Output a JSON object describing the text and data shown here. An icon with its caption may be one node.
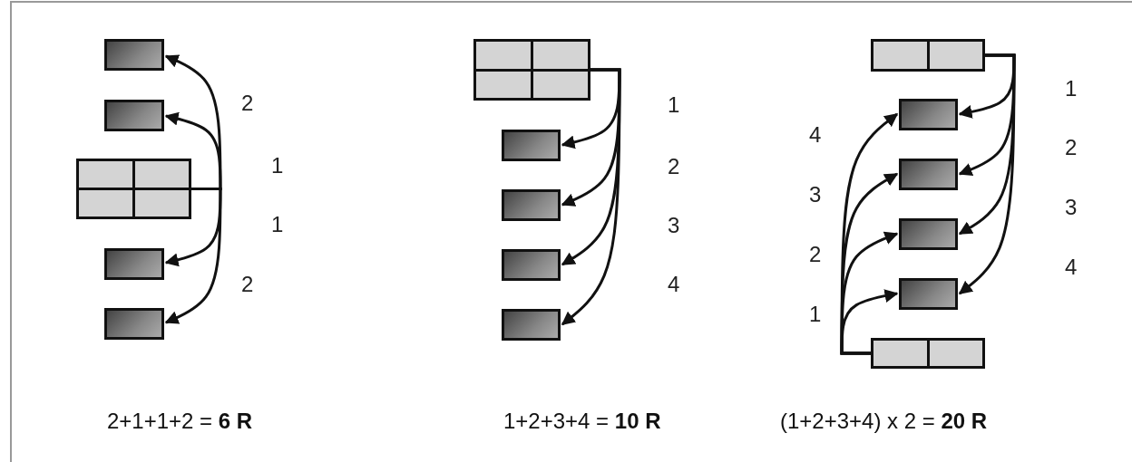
{
  "diagram": {
    "nodes": [
      {
        "text": [],
        "shape": "box"
      },
      {
        "text": [],
        "shape": "box"
      },
      {
        "text": [],
        "shape": "box"
      },
      {
        "text": [],
        "shape": "box"
      },
      {
        "text": [],
        "shape": "box"
      },
      {
        "text": [],
        "shape": "box"
      },
      {
        "text": [],
        "shape": "box"
      },
      {
        "text": [],
        "shape": "box"
      },
      {
        "text": [],
        "shape": "box"
      },
      {
        "text": [],
        "shape": "box"
      },
      {
        "text": [],
        "shape": "box"
      },
      {
        "text": [],
        "shape": "box"
      },
      {
        "text": [],
        "shape": "box"
      },
      {
        "text": [],
        "shape": "box"
      },
      {
        "text": [],
        "shape": "box"
      },
      {
        "text": [],
        "shape": "box"
      }
    ],
    "edges": [
      {
        "from": 2,
        "to": 0,
        "arrow": "to",
        "label": "2"
      },
      {
        "from": 2,
        "to": 1,
        "arrow": "to",
        "label": "1"
      },
      {
        "from": 2,
        "to": 3,
        "arrow": "to",
        "label": "1"
      },
      {
        "from": 2,
        "to": 4,
        "arrow": "to",
        "label": "2"
      },
      {
        "from": 5,
        "to": 6,
        "arrow": "to",
        "label": "1"
      },
      {
        "from": 5,
        "to": 7,
        "arrow": "to",
        "label": "2"
      },
      {
        "from": 5,
        "to": 8,
        "arrow": "to",
        "label": "3"
      },
      {
        "from": 5,
        "to": 9,
        "arrow": "to",
        "label": "4"
      },
      {
        "from": 10,
        "to": 11,
        "arrow": "to",
        "label": "1"
      },
      {
        "from": 10,
        "to": 12,
        "arrow": "to",
        "label": "2"
      },
      {
        "from": 10,
        "to": 13,
        "arrow": "to",
        "label": "3"
      },
      {
        "from": 10,
        "to": 14,
        "arrow": "to",
        "label": "4"
      },
      {
        "from": 15,
        "to": 11,
        "arrow": "to",
        "label": "4"
      },
      {
        "from": 15,
        "to": 12,
        "arrow": "to",
        "label": "3"
      },
      {
        "from": 15,
        "to": 13,
        "arrow": "to",
        "label": "2"
      },
      {
        "from": 15,
        "to": 14,
        "arrow": "to",
        "label": "1"
      }
    ],
    "labels": [
      "2+1+1+2 = **6 R**",
      "1+2+3+4 = **10 R**",
      "(1+2+3+4) x 2 = **20 R**"
    ]
  }
}
